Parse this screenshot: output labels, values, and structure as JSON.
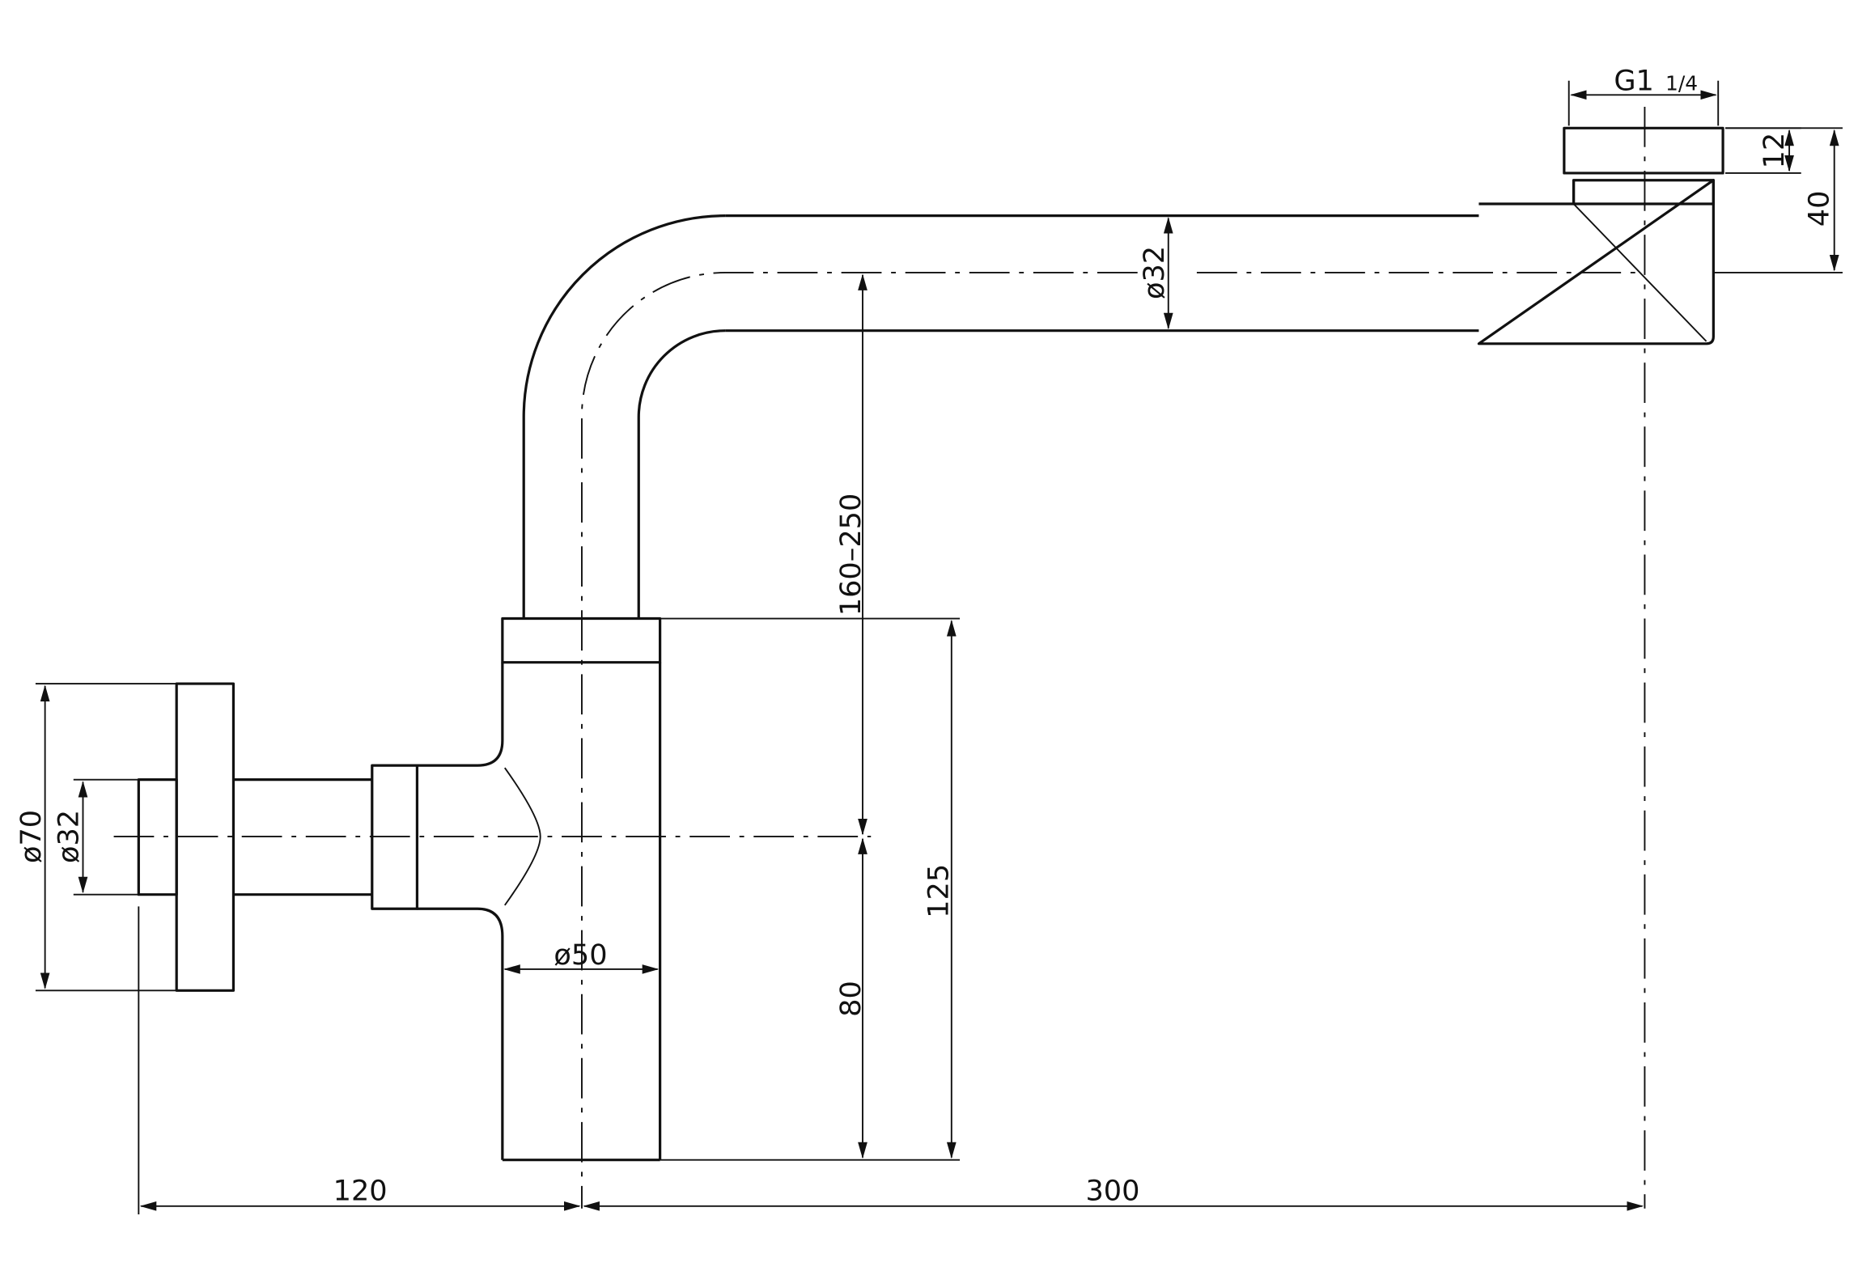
{
  "dimensions": {
    "thread": "G1",
    "thread_fraction": "1/4",
    "cap_height": "12",
    "inlet_height": "40",
    "tube_diameter_top": "ø32",
    "height_range": "160–250",
    "total_height": "125",
    "outlet_height": "80",
    "body_diameter": "ø50",
    "flange_diameter": "ø70",
    "outlet_diameter": "ø32",
    "wall_offset": "120",
    "horizontal_length": "300"
  }
}
